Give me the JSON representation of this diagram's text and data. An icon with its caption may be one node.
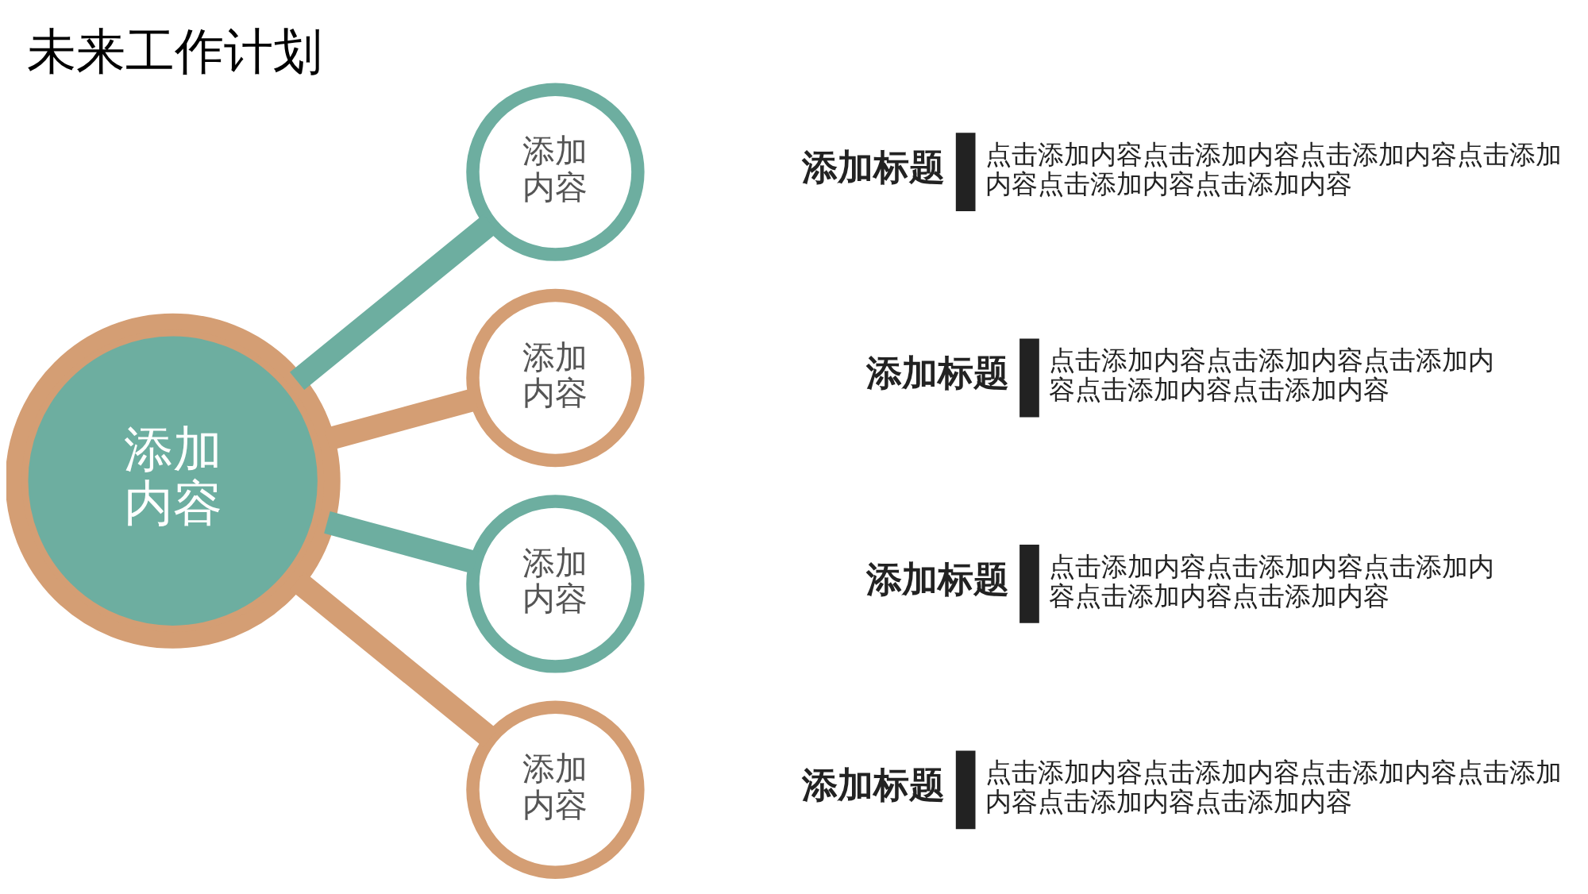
{
  "diagram": {
    "title": "未来工作计划",
    "nodes": [
      {
        "text": [
          "添加内容"
        ]
      },
      {
        "text": [
          "添加内容"
        ]
      },
      {
        "text": [
          "添加内容"
        ]
      },
      {
        "text": [
          "添加内容"
        ]
      },
      {
        "text": [
          "添加内容"
        ]
      }
    ],
    "edges": [
      {
        "from": 0,
        "to": 1,
        "arrow": "none",
        "color": "#6daea0"
      },
      {
        "from": 0,
        "to": 2,
        "arrow": "none",
        "color": "#d49e74"
      },
      {
        "from": 0,
        "to": 3,
        "arrow": "none",
        "color": "#6daea0"
      },
      {
        "from": 0,
        "to": 4,
        "arrow": "none",
        "color": "#d49e74"
      }
    ],
    "labels": [
      "添加标题",
      "点击添加内容点击添加内容点击添加内容点击添加内容点击添加内容点击添加内容",
      "添加标题",
      "点击添加内容点击添加内容点击添加内容点击添加内容点击添加内容",
      "添加标题",
      "点击添加内容点击添加内容点击添加内容点击添加内容点击添加内容",
      "添加标题",
      "点击添加内容点击添加内容点击添加内容点击添加内容点击添加内容点击添加内容"
    ]
  }
}
